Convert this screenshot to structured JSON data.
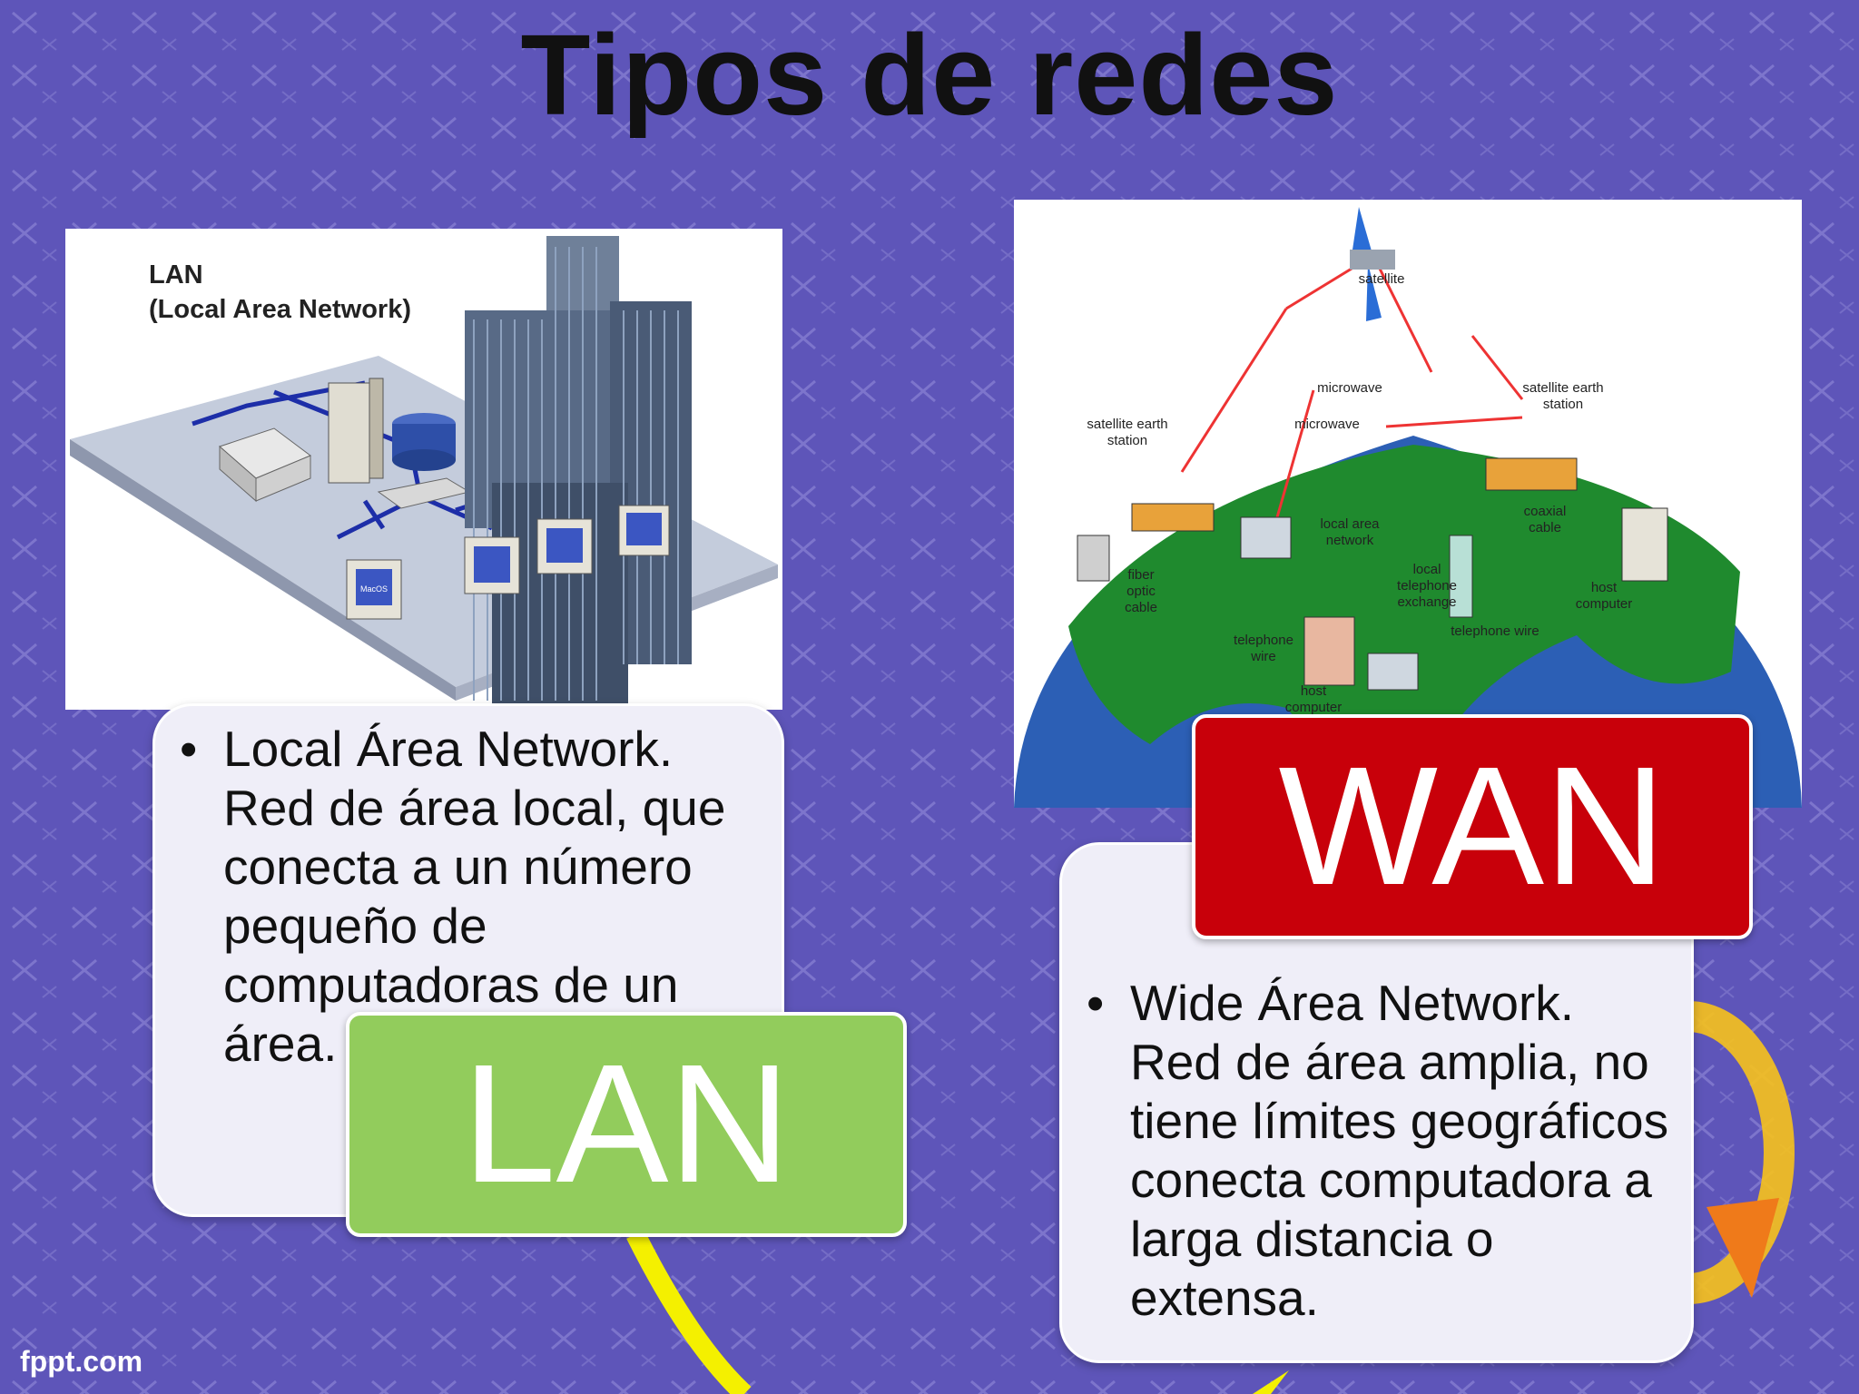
{
  "slide": {
    "title": "Tipos de redes",
    "footer_brand": "fppt.com"
  },
  "lan": {
    "label": "LAN",
    "bullet": "Local Área Network. Red de área local, que conecta a un número pequeño de computadoras de un área.",
    "image_caption_1": "LAN",
    "image_caption_2": "(Local Area Network)",
    "image_screen_text": "MacOS"
  },
  "wan": {
    "label": "WAN",
    "bullet": "Wide Área Network. Red de área amplia, no tiene límites geográficos conecta computadora a larga distancia o extensa.",
    "image_labels": {
      "satellite": "satellite",
      "microwave_1": "microwave",
      "microwave_2": "microwave",
      "earth_station_left_1": "satellite earth",
      "earth_station_left_2": "station",
      "earth_station_right_1": "satellite earth",
      "earth_station_right_2": "station",
      "lan_1": "local area",
      "lan_2": "network",
      "coaxial_1": "coaxial",
      "coaxial_2": "cable",
      "fiber_1": "fiber",
      "fiber_2": "optic",
      "fiber_3": "cable",
      "exchange_1": "local",
      "exchange_2": "telephone",
      "exchange_3": "exchange",
      "host_1": "host",
      "host_2": "computer",
      "tel_wire_1": "telephone",
      "tel_wire_2": "wire",
      "tel_wire_right": "telephone wire",
      "host_bottom_1": "host",
      "host_bottom_2": "computer"
    }
  },
  "colors": {
    "background": "#5e55b9",
    "lan_label": "#92cc5c",
    "wan_label": "#c8000a",
    "text_box": "#efeef8"
  }
}
